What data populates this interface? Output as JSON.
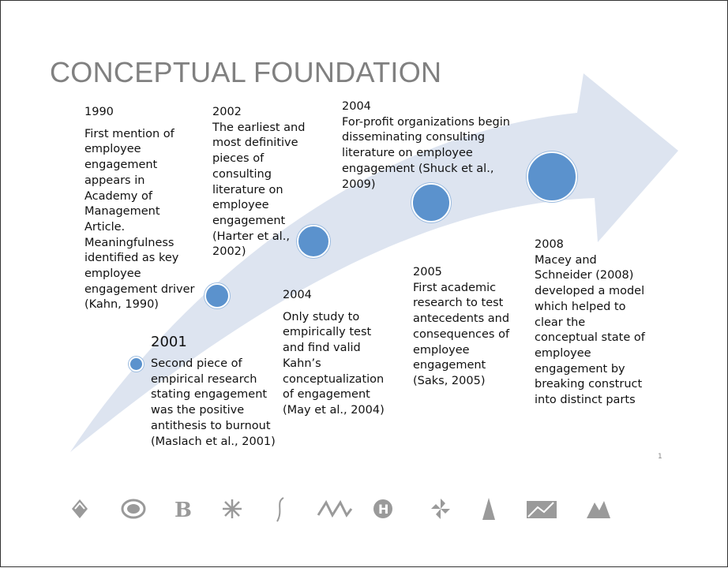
{
  "slide": {
    "title": "CONCEPTUAL FOUNDATION",
    "page_number": "1",
    "accent_color": "#5b92cd",
    "arrow_color": "#dde4f0"
  },
  "timeline": [
    {
      "year": "1990",
      "text": "First mention of\nemployee\nengagement\nappears in\nAcademy of\nManagement\nArticle.\nMeaningfulness\nidentified as key\nemployee\nengagement driver\n(Kahn, 1990)"
    },
    {
      "year": "2001",
      "text": "Second piece of\nempirical research\nstating engagement\nwas the positive\nantithesis to burnout\n(Maslach et al., 2001)"
    },
    {
      "year": "2002",
      "text": "The earliest and\nmost definitive\npieces of\nconsulting\nliterature on\nemployee\nengagement\n(Harter et al.,\n2002)"
    },
    {
      "year": "2004",
      "text": "Only study to\nempirically test\nand find valid\nKahn’s\nconceptualization\nof engagement\n(May et al., 2004)"
    },
    {
      "year": "2004",
      "text": "For-profit organizations begin\ndisseminating consulting\nliterature on employee\nengagement (Shuck et al.,\n2009)"
    },
    {
      "year": "2005",
      "text": "First academic\nresearch to test\nantecedents and\nconsequences of\nemployee\nengagement\n(Saks, 2005)"
    },
    {
      "year": "2008",
      "text": "Macey and\nSchneider (2008)\ndeveloped a model\nwhich helped to\nclear the\nconceptual state of\nemployee\nengagement by\nbreaking construct\ninto distinct parts"
    }
  ],
  "logos": [
    "diamond-logo-icon",
    "oval-logo-icon",
    "letter-b-logo-icon",
    "starburst-logo-icon",
    "figure-logo-icon",
    "infinity-logo-icon",
    "letter-h-logo-icon",
    "pinwheel-logo-icon",
    "peak-logo-icon",
    "mountain-box-logo-icon",
    "twin-peaks-logo-icon"
  ]
}
